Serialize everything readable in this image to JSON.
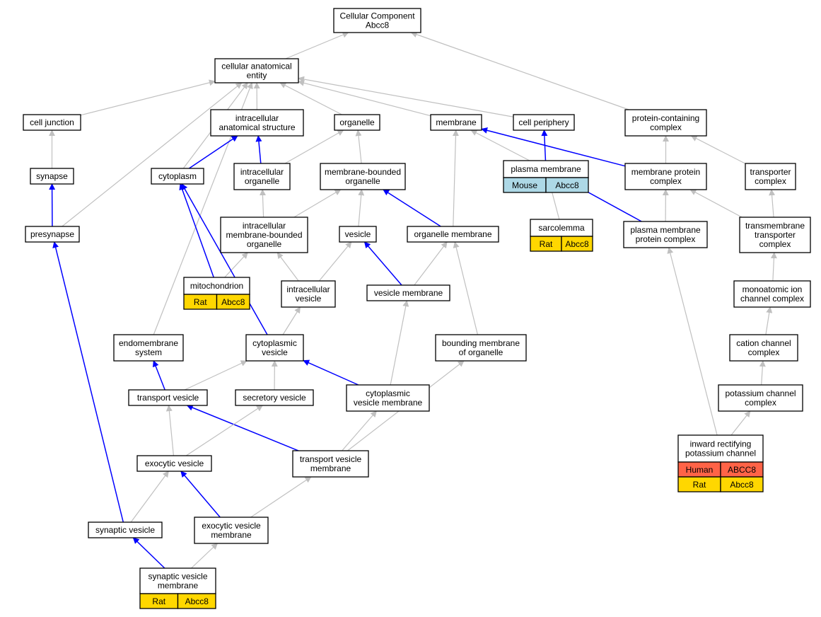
{
  "colors": {
    "edge_gray": "#c0c0c0",
    "edge_blue": "#0000ff",
    "node_border": "#000000",
    "node_fill": "#ffffff",
    "human": "#ff6347",
    "mouse": "#add8e6",
    "rat": "#ffd700"
  },
  "nodes": {
    "root": {
      "lines": [
        "Cellular Component",
        "Abcc8"
      ]
    },
    "cae": {
      "lines": [
        "cellular anatomical",
        "entity"
      ]
    },
    "cell_junction": {
      "lines": [
        "cell junction"
      ]
    },
    "intracellular_structure": {
      "lines": [
        "intracellular",
        "anatomical structure"
      ]
    },
    "organelle": {
      "lines": [
        "organelle"
      ]
    },
    "membrane": {
      "lines": [
        "membrane"
      ]
    },
    "cell_periphery": {
      "lines": [
        "cell periphery"
      ]
    },
    "protein_complex": {
      "lines": [
        "protein-containing",
        "complex"
      ]
    },
    "synapse": {
      "lines": [
        "synapse"
      ]
    },
    "cytoplasm": {
      "lines": [
        "cytoplasm"
      ]
    },
    "intracellular_organelle": {
      "lines": [
        "intracellular",
        "organelle"
      ]
    },
    "mb_organelle": {
      "lines": [
        "membrane-bounded",
        "organelle"
      ]
    },
    "plasma_membrane": {
      "lines": [
        "plasma membrane"
      ],
      "annotations": [
        {
          "species": "Mouse",
          "gene": "Abcc8",
          "color": "#add8e6"
        }
      ]
    },
    "membrane_protein_complex": {
      "lines": [
        "membrane protein",
        "complex"
      ]
    },
    "transporter_complex": {
      "lines": [
        "transporter",
        "complex"
      ]
    },
    "presynapse": {
      "lines": [
        "presynapse"
      ]
    },
    "intra_mb_organelle": {
      "lines": [
        "intracellular",
        "membrane-bounded",
        "organelle"
      ]
    },
    "vesicle": {
      "lines": [
        "vesicle"
      ]
    },
    "organelle_membrane": {
      "lines": [
        "organelle membrane"
      ]
    },
    "sarcolemma": {
      "lines": [
        "sarcolemma"
      ],
      "annotations": [
        {
          "species": "Rat",
          "gene": "Abcc8",
          "color": "#ffd700"
        }
      ]
    },
    "pm_protein_complex": {
      "lines": [
        "plasma membrane",
        "protein complex"
      ]
    },
    "tm_transporter_complex": {
      "lines": [
        "transmembrane",
        "transporter",
        "complex"
      ]
    },
    "mitochondrion": {
      "lines": [
        "mitochondrion"
      ],
      "annotations": [
        {
          "species": "Rat",
          "gene": "Abcc8",
          "color": "#ffd700"
        }
      ]
    },
    "intracellular_vesicle": {
      "lines": [
        "intracellular",
        "vesicle"
      ]
    },
    "vesicle_membrane": {
      "lines": [
        "vesicle membrane"
      ]
    },
    "monoatomic_ion_channel": {
      "lines": [
        "monoatomic ion",
        "channel complex"
      ]
    },
    "endomembrane_system": {
      "lines": [
        "endomembrane",
        "system"
      ]
    },
    "cytoplasmic_vesicle": {
      "lines": [
        "cytoplasmic",
        "vesicle"
      ]
    },
    "bounding_membrane": {
      "lines": [
        "bounding membrane",
        "of organelle"
      ]
    },
    "cation_channel": {
      "lines": [
        "cation channel",
        "complex"
      ]
    },
    "transport_vesicle": {
      "lines": [
        "transport vesicle"
      ]
    },
    "secretory_vesicle": {
      "lines": [
        "secretory vesicle"
      ]
    },
    "cyto_vesicle_membrane": {
      "lines": [
        "cytoplasmic",
        "vesicle membrane"
      ]
    },
    "potassium_channel": {
      "lines": [
        "potassium channel",
        "complex"
      ]
    },
    "inward_rectifying": {
      "lines": [
        "inward rectifying",
        "potassium channel"
      ],
      "annotations": [
        {
          "species": "Human",
          "gene": "ABCC8",
          "color": "#ff6347"
        },
        {
          "species": "Rat",
          "gene": "Abcc8",
          "color": "#ffd700"
        }
      ]
    },
    "exocytic_vesicle": {
      "lines": [
        "exocytic vesicle"
      ]
    },
    "transport_vesicle_membrane": {
      "lines": [
        "transport vesicle",
        "membrane"
      ]
    },
    "synaptic_vesicle": {
      "lines": [
        "synaptic vesicle"
      ]
    },
    "exocytic_vesicle_membrane": {
      "lines": [
        "exocytic vesicle",
        "membrane"
      ]
    },
    "synaptic_vesicle_membrane": {
      "lines": [
        "synaptic vesicle",
        "membrane"
      ],
      "annotations": [
        {
          "species": "Rat",
          "gene": "Abcc8",
          "color": "#ffd700"
        }
      ]
    }
  },
  "edges": [
    {
      "from": "cae",
      "to": "root",
      "style": "gray"
    },
    {
      "from": "protein_complex",
      "to": "root",
      "style": "gray"
    },
    {
      "from": "cell_junction",
      "to": "cae",
      "style": "gray"
    },
    {
      "from": "intracellular_structure",
      "to": "cae",
      "style": "gray"
    },
    {
      "from": "organelle",
      "to": "cae",
      "style": "gray"
    },
    {
      "from": "membrane",
      "to": "cae",
      "style": "gray"
    },
    {
      "from": "cell_periphery",
      "to": "cae",
      "style": "gray"
    },
    {
      "from": "cytoplasm",
      "to": "cae",
      "style": "gray"
    },
    {
      "from": "endomembrane_system",
      "to": "cae",
      "style": "gray"
    },
    {
      "from": "presynapse",
      "to": "cae",
      "style": "gray"
    },
    {
      "from": "synapse",
      "to": "cell_junction",
      "style": "gray"
    },
    {
      "from": "presynapse",
      "to": "synapse",
      "style": "blue"
    },
    {
      "from": "cytoplasm",
      "to": "intracellular_structure",
      "style": "blue"
    },
    {
      "from": "intracellular_organelle",
      "to": "intracellular_structure",
      "style": "blue"
    },
    {
      "from": "intracellular_organelle",
      "to": "organelle",
      "style": "gray"
    },
    {
      "from": "mb_organelle",
      "to": "organelle",
      "style": "gray"
    },
    {
      "from": "plasma_membrane",
      "to": "membrane",
      "style": "gray"
    },
    {
      "from": "organelle_membrane",
      "to": "membrane",
      "style": "gray"
    },
    {
      "from": "membrane_protein_complex",
      "to": "membrane",
      "style": "blue"
    },
    {
      "from": "plasma_membrane",
      "to": "cell_periphery",
      "style": "blue"
    },
    {
      "from": "membrane_protein_complex",
      "to": "protein_complex",
      "style": "gray"
    },
    {
      "from": "transporter_complex",
      "to": "protein_complex",
      "style": "gray"
    },
    {
      "from": "intra_mb_organelle",
      "to": "intracellular_organelle",
      "style": "gray"
    },
    {
      "from": "intra_mb_organelle",
      "to": "mb_organelle",
      "style": "gray"
    },
    {
      "from": "vesicle",
      "to": "mb_organelle",
      "style": "gray"
    },
    {
      "from": "organelle_membrane",
      "to": "mb_organelle",
      "style": "blue"
    },
    {
      "from": "sarcolemma",
      "to": "plasma_membrane",
      "style": "gray"
    },
    {
      "from": "pm_protein_complex",
      "to": "plasma_membrane",
      "style": "blue"
    },
    {
      "from": "pm_protein_complex",
      "to": "membrane_protein_complex",
      "style": "gray"
    },
    {
      "from": "tm_transporter_complex",
      "to": "membrane_protein_complex",
      "style": "gray"
    },
    {
      "from": "tm_transporter_complex",
      "to": "transporter_complex",
      "style": "gray"
    },
    {
      "from": "mitochondrion",
      "to": "cytoplasm",
      "style": "blue"
    },
    {
      "from": "mitochondrion",
      "to": "intra_mb_organelle",
      "style": "gray"
    },
    {
      "from": "intracellular_vesicle",
      "to": "intra_mb_organelle",
      "style": "gray"
    },
    {
      "from": "intracellular_vesicle",
      "to": "vesicle",
      "style": "gray"
    },
    {
      "from": "vesicle_membrane",
      "to": "vesicle",
      "style": "blue"
    },
    {
      "from": "vesicle_membrane",
      "to": "organelle_membrane",
      "style": "gray"
    },
    {
      "from": "bounding_membrane",
      "to": "organelle_membrane",
      "style": "gray"
    },
    {
      "from": "monoatomic_ion_channel",
      "to": "tm_transporter_complex",
      "style": "gray"
    },
    {
      "from": "cation_channel",
      "to": "monoatomic_ion_channel",
      "style": "gray"
    },
    {
      "from": "potassium_channel",
      "to": "cation_channel",
      "style": "gray"
    },
    {
      "from": "inward_rectifying",
      "to": "potassium_channel",
      "style": "gray"
    },
    {
      "from": "inward_rectifying",
      "to": "pm_protein_complex",
      "style": "gray"
    },
    {
      "from": "cytoplasmic_vesicle",
      "to": "cytoplasm",
      "style": "blue"
    },
    {
      "from": "cytoplasmic_vesicle",
      "to": "intracellular_vesicle",
      "style": "gray"
    },
    {
      "from": "transport_vesicle",
      "to": "endomembrane_system",
      "style": "blue"
    },
    {
      "from": "transport_vesicle",
      "to": "cytoplasmic_vesicle",
      "style": "gray"
    },
    {
      "from": "secretory_vesicle",
      "to": "cytoplasmic_vesicle",
      "style": "gray"
    },
    {
      "from": "cyto_vesicle_membrane",
      "to": "cytoplasmic_vesicle",
      "style": "blue"
    },
    {
      "from": "cyto_vesicle_membrane",
      "to": "vesicle_membrane",
      "style": "gray"
    },
    {
      "from": "transport_vesicle_membrane",
      "to": "transport_vesicle",
      "style": "blue"
    },
    {
      "from": "transport_vesicle_membrane",
      "to": "cyto_vesicle_membrane",
      "style": "gray"
    },
    {
      "from": "transport_vesicle_membrane",
      "to": "bounding_membrane",
      "style": "gray"
    },
    {
      "from": "exocytic_vesicle",
      "to": "transport_vesicle",
      "style": "gray"
    },
    {
      "from": "exocytic_vesicle",
      "to": "secretory_vesicle",
      "style": "gray"
    },
    {
      "from": "synaptic_vesicle",
      "to": "exocytic_vesicle",
      "style": "gray"
    },
    {
      "from": "synaptic_vesicle",
      "to": "presynapse",
      "style": "blue"
    },
    {
      "from": "exocytic_vesicle_membrane",
      "to": "exocytic_vesicle",
      "style": "blue"
    },
    {
      "from": "exocytic_vesicle_membrane",
      "to": "transport_vesicle_membrane",
      "style": "gray"
    },
    {
      "from": "synaptic_vesicle_membrane",
      "to": "synaptic_vesicle",
      "style": "blue"
    },
    {
      "from": "synaptic_vesicle_membrane",
      "to": "exocytic_vesicle_membrane",
      "style": "gray"
    }
  ]
}
